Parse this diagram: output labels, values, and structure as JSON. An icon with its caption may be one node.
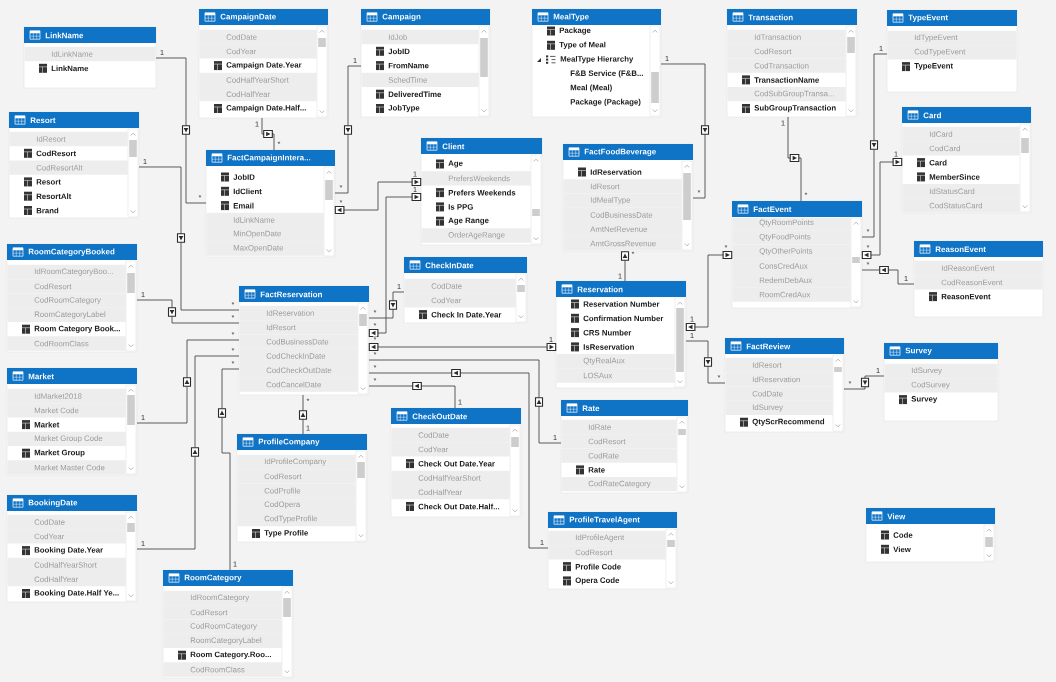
{
  "diagram": {
    "nodes": [
      {
        "text": [
          "LinkName",
          "IdLinkName",
          "LinkName"
        ]
      },
      {
        "text": [
          "CampaignDate",
          "CodDate",
          "CodYear",
          "Campaign Date.Year",
          "CodHalfYearShort",
          "CodHalfYear",
          "Campaign Date.Half..."
        ]
      },
      {
        "text": [
          "Campaign",
          "IdJob",
          "JobID",
          "FromName",
          "SchedTime",
          "DeliveredTime",
          "JobType"
        ]
      },
      {
        "text": [
          "MealType",
          "Package",
          "Type of Meal",
          "MealType Hierarchy",
          "F&B Service (F&B...",
          "Meal (Meal)",
          "Package (Package)"
        ]
      },
      {
        "text": [
          "Transaction",
          "IdTransaction",
          "CodResort",
          "CodTransaction",
          "TransactionName",
          "CodSubGroupTransa...",
          "SubGroupTransaction"
        ]
      },
      {
        "text": [
          "TypeEvent",
          "IdTypeEvent",
          "CodTypeEvent",
          "TypeEvent"
        ]
      },
      {
        "text": [
          "Resort",
          "IdResort",
          "CodResort",
          "CodResortAlt",
          "Resort",
          "ResortAlt",
          "Brand"
        ]
      },
      {
        "text": [
          "Card",
          "IdCard",
          "CodCard",
          "Card",
          "MemberSince",
          "IdStatusCard",
          "CodStatusCard"
        ]
      },
      {
        "text": [
          "Client",
          "Age",
          "PrefersWeekends",
          "Prefers Weekends",
          "Is PPG",
          "Age Range",
          "OrderAgeRange"
        ]
      },
      {
        "text": [
          "FactFoodBeverage",
          "IdReservation",
          "IdResort",
          "IdMealType",
          "CodBusinessDate",
          "AmtNetRevenue",
          "AmtGrossRevenue"
        ]
      },
      {
        "text": [
          "FactCampaignIntera...",
          "JobID",
          "IdClient",
          "Email",
          "IdLinkName",
          "MinOpenDate",
          "MaxOpenDate"
        ]
      },
      {
        "text": [
          "FactEvent",
          "QtyRoomPoints",
          "QtyFoodPoints",
          "QtyOtherPoints",
          "ConsCredAux",
          "RedemDebAux",
          "RoomCredAux"
        ]
      },
      {
        "text": [
          "ReasonEvent",
          "IdReasonEvent",
          "CodReasonEvent",
          "ReasonEvent"
        ]
      },
      {
        "text": [
          "RoomCategoryBooked",
          "IdRoomCategoryBoo...",
          "CodResort",
          "CodRoomCategory",
          "RoomCategoryLabel",
          "Room Category Book...",
          "CodRoomClass"
        ]
      },
      {
        "text": [
          "CheckInDate",
          "CodDate",
          "CodYear",
          "Check In Date.Year"
        ]
      },
      {
        "text": [
          "Reservation",
          "Reservation Number",
          "Confirmation Number",
          "CRS Number",
          "IsReservation",
          "QtyRealAux",
          "LOSAux"
        ]
      },
      {
        "text": [
          "FactReservation",
          "IdReservation",
          "IdResort",
          "CodBusinessDate",
          "CodCheckInDate",
          "CodCheckOutDate",
          "CodCancelDate"
        ]
      },
      {
        "text": [
          "FactReview",
          "IdResort",
          "IdReservation",
          "CodDate",
          "IdSurvey",
          "QtyScrRecommend"
        ]
      },
      {
        "text": [
          "Survey",
          "IdSurvey",
          "CodSurvey",
          "Survey"
        ]
      },
      {
        "text": [
          "Market",
          "IdMarket2018",
          "Market Code",
          "Market",
          "Market Group Code",
          "Market Group",
          "Market Master Code"
        ]
      },
      {
        "text": [
          "Rate",
          "IdRate",
          "CodResort",
          "CodRate",
          "Rate",
          "CodRateCategory"
        ]
      },
      {
        "text": [
          "CheckOutDate",
          "CodDate",
          "CodYear",
          "Check Out Date.Year",
          "CodHalfYearShort",
          "CodHalfYear",
          "Check Out Date.Half..."
        ]
      },
      {
        "text": [
          "ProfileCompany",
          "IdProfileCompany",
          "CodResort",
          "CodProfile",
          "CodOpera",
          "CodTypeProfile",
          "Type Profile"
        ]
      },
      {
        "text": [
          "BookingDate",
          "CodDate",
          "CodYear",
          "Booking Date.Year",
          "CodHalfYearShort",
          "CodHalfYear",
          "Booking Date.Half Ye..."
        ]
      },
      {
        "text": [
          "View",
          "Code",
          "View"
        ]
      },
      {
        "text": [
          "ProfileTravelAgent",
          "IdProfileAgent",
          "CodResort",
          "Profile Code",
          "Opera Code"
        ]
      },
      {
        "text": [
          "RoomCategory",
          "IdRoomCategory",
          "CodResort",
          "CodRoomCategory",
          "RoomCategoryLabel",
          "Room Category.Roo...",
          "CodRoomClass"
        ]
      }
    ],
    "edges": [
      {
        "from": 0,
        "to": 10,
        "arrow": "to"
      },
      {
        "from": 1,
        "to": 10,
        "arrow": "to"
      },
      {
        "from": 2,
        "to": 10,
        "arrow": "to"
      },
      {
        "from": 3,
        "to": 9,
        "arrow": "to"
      },
      {
        "from": 4,
        "to": 11,
        "arrow": "to"
      },
      {
        "from": 5,
        "to": 11,
        "arrow": "to"
      },
      {
        "from": 6,
        "to": 16,
        "arrow": "to"
      },
      {
        "from": 7,
        "to": 11,
        "arrow": "both"
      },
      {
        "from": 8,
        "to": 10,
        "arrow": "both"
      },
      {
        "from": 8,
        "to": 16,
        "arrow": "both"
      },
      {
        "from": 15,
        "to": 9,
        "arrow": "to"
      },
      {
        "from": 12,
        "to": 11,
        "arrow": "to"
      },
      {
        "from": 13,
        "to": 16,
        "arrow": "to"
      },
      {
        "from": 14,
        "to": 16,
        "arrow": "to"
      },
      {
        "from": 15,
        "to": 11,
        "arrow": "both"
      },
      {
        "from": 15,
        "to": 16,
        "arrow": "both"
      },
      {
        "from": 15,
        "to": 17,
        "arrow": "to"
      },
      {
        "from": 18,
        "to": 17,
        "arrow": "to"
      },
      {
        "from": 19,
        "to": 16,
        "arrow": "to"
      },
      {
        "from": 20,
        "to": 16,
        "arrow": "to"
      },
      {
        "from": 21,
        "to": 16,
        "arrow": "to"
      },
      {
        "from": 22,
        "to": 16,
        "arrow": "to"
      },
      {
        "from": 23,
        "to": 16,
        "arrow": "to"
      },
      {
        "from": 25,
        "to": 16,
        "arrow": "to"
      },
      {
        "from": 26,
        "to": 16,
        "arrow": "to"
      }
    ],
    "labels": [
      "1",
      "1",
      "1",
      "1",
      "1",
      "1",
      "*",
      "1",
      "1",
      "1",
      "*",
      "1",
      "*",
      "*",
      "*",
      "*",
      "*",
      "*",
      "*",
      "*",
      "*",
      "1",
      "1",
      "1",
      "1",
      "*",
      "*",
      "*",
      "1",
      "*",
      "1",
      "*",
      "1",
      "*",
      "*",
      "*",
      "*",
      "*",
      "1",
      "*",
      "*",
      "*",
      "*",
      "1",
      "1",
      "1",
      "1",
      "1",
      "1",
      "1"
    ]
  }
}
